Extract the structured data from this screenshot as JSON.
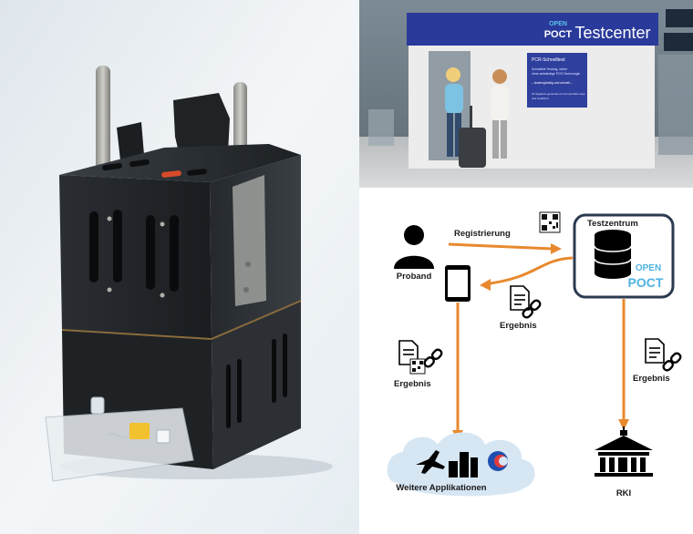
{
  "photo_device": {
    "description_icon": "pcr-device-photo"
  },
  "testcenter_scene": {
    "sign_logo_line1": "OPEN",
    "sign_logo_line2": "POCT",
    "sign_title": "Testcenter",
    "poster_title": "PCR-Schnelltest",
    "poster_line1": "Schnellste Testung, sicher",
    "poster_line2": "ohne aufwändige PCR-Technologie",
    "poster_line3": "– kostengünstig und schnell –",
    "poster_line4": "Ihr Ergebnis gesendet an Corona-Warn-App",
    "poster_line5": "und zertifiziert"
  },
  "diagram": {
    "proband_label": "Proband",
    "registrierung_label": "Registrierung",
    "testzentrum_label": "Testzentrum",
    "logo_open": "OPEN",
    "logo_poct": "POCT",
    "ergebnis_phone_label": "Ergebnis",
    "ergebnis_left_label": "Ergebnis",
    "ergebnis_right_label": "Ergebnis",
    "weitere_label": "Weitere Applikationen",
    "rki_label": "RKI",
    "colors": {
      "arrow": "#e8892e",
      "logo_blue": "#4fb3e0",
      "box_border": "#2b3a50",
      "cloud": "#d6e6f3"
    }
  }
}
